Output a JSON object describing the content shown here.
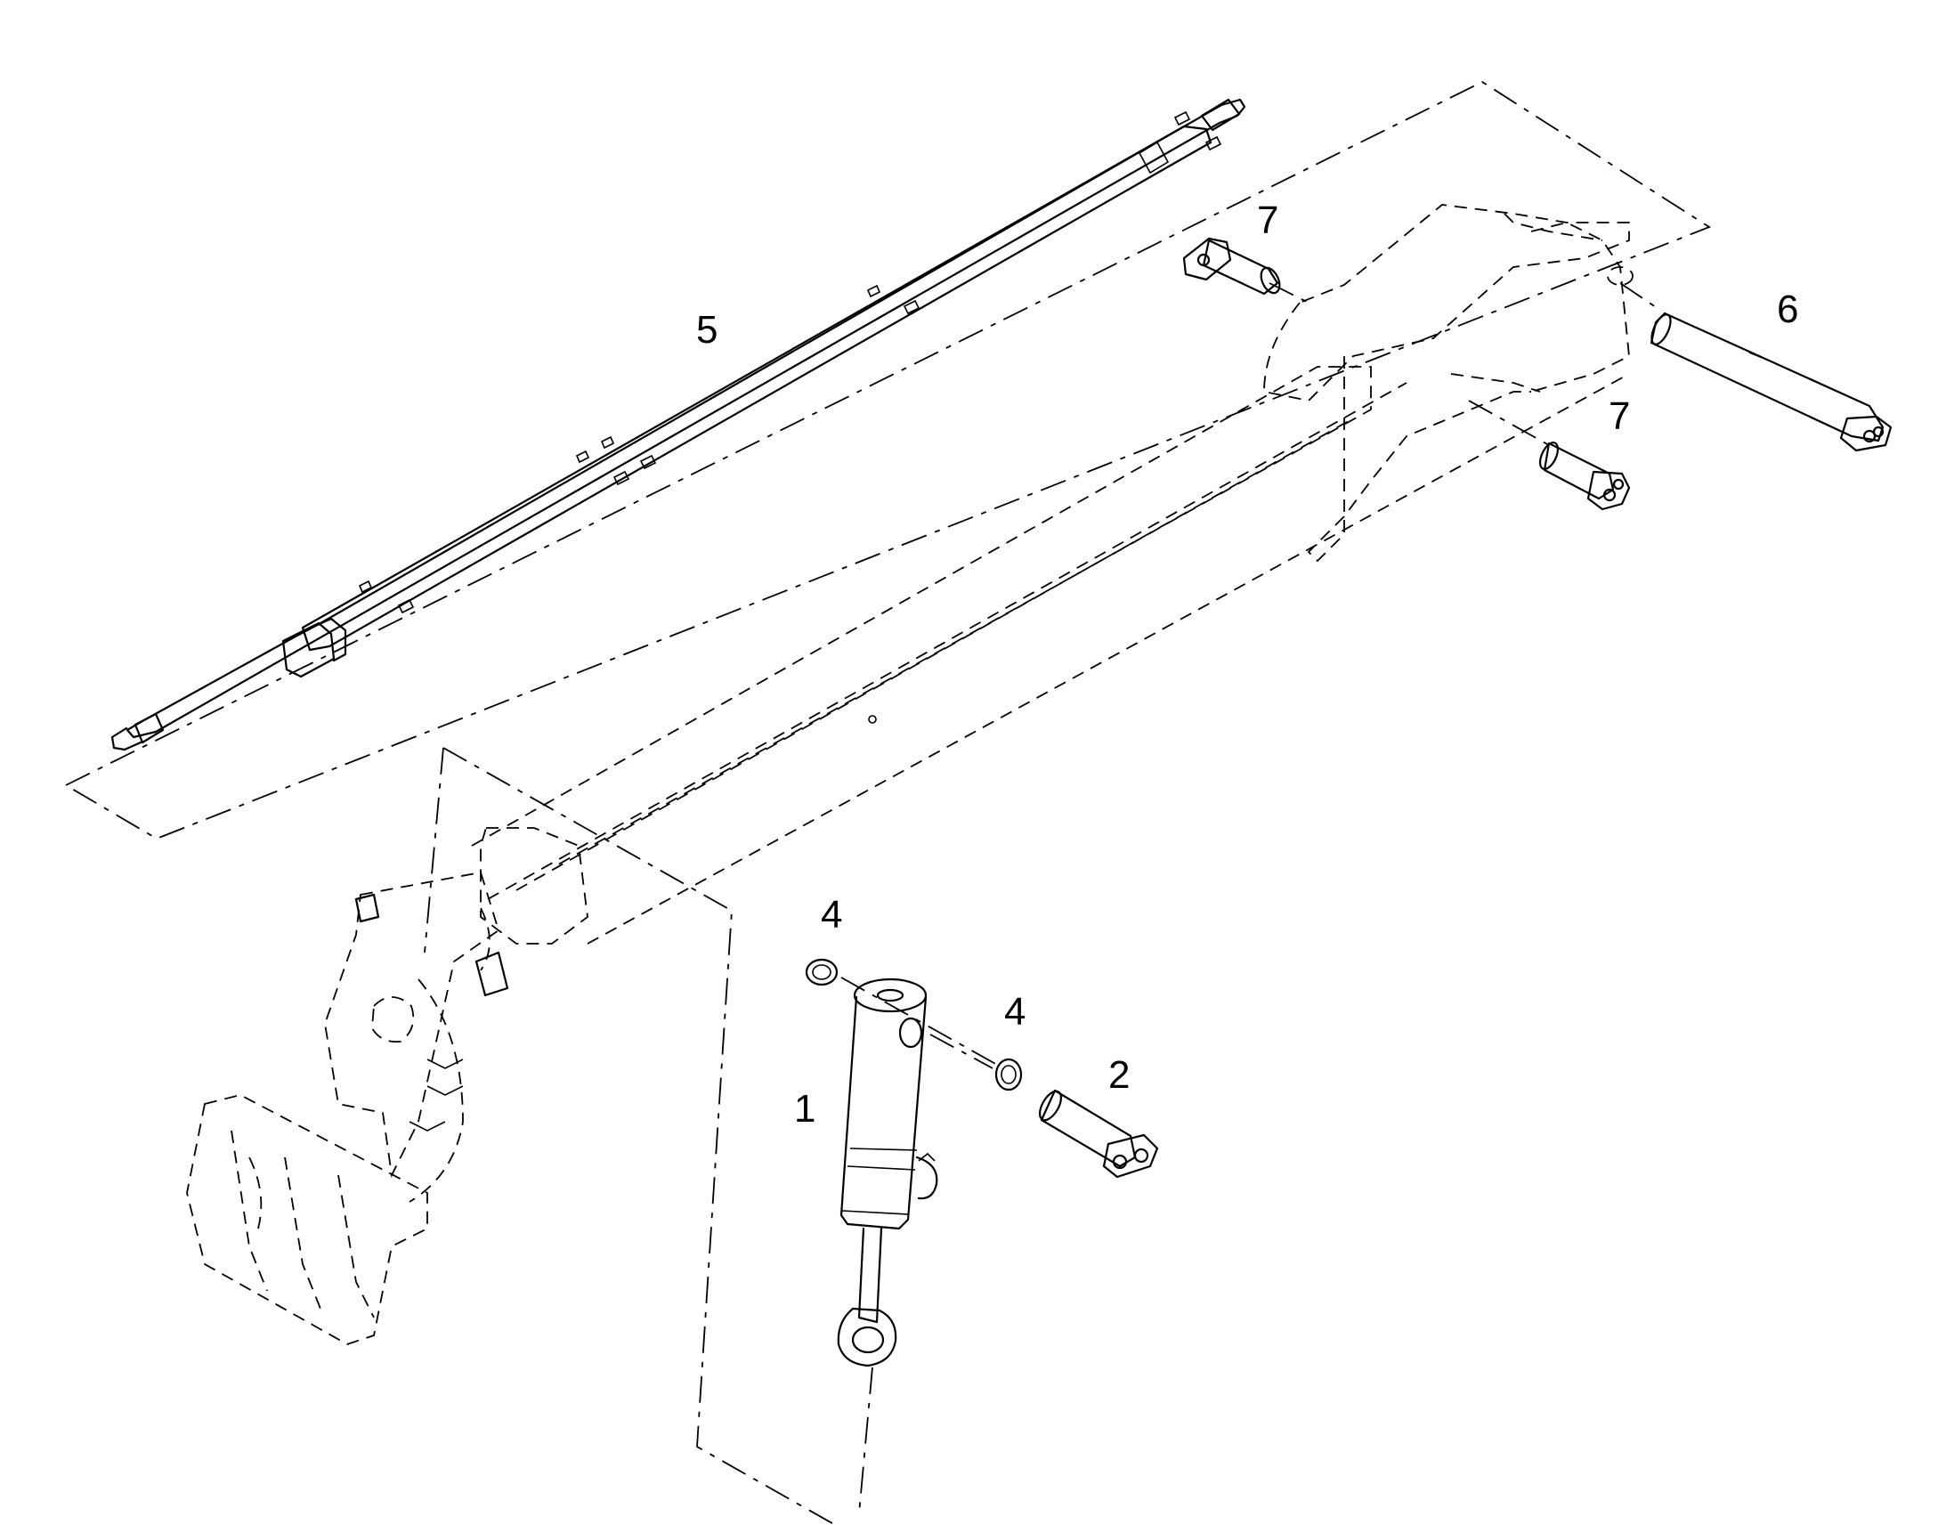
{
  "diagram": {
    "callouts": {
      "c1": "1",
      "c2": "2",
      "c4a": "4",
      "c4b": "4",
      "c5": "5",
      "c6": "6",
      "c7a": "7",
      "c7b": "7"
    }
  }
}
